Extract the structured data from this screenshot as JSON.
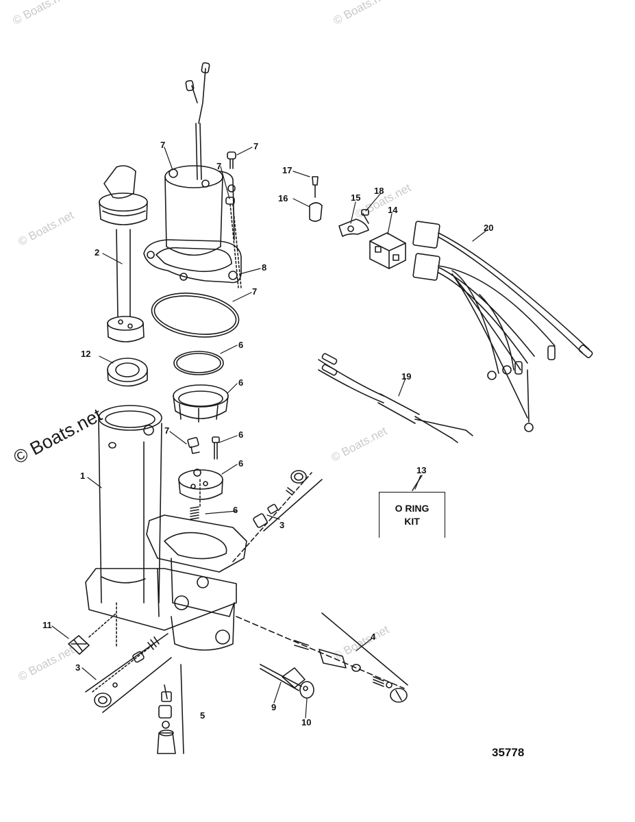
{
  "watermarks": {
    "small": "© Boats.net",
    "large": "© Boats.net"
  },
  "kit_box": {
    "line1": "O RING",
    "line2": "KIT"
  },
  "diagram_id": "35778",
  "callouts": [
    {
      "id": "c-7a",
      "text": "7"
    },
    {
      "id": "c-7b",
      "text": "7"
    },
    {
      "id": "c-7c",
      "text": "7"
    },
    {
      "id": "c-17",
      "text": "17"
    },
    {
      "id": "c-16",
      "text": "16"
    },
    {
      "id": "c-15",
      "text": "15"
    },
    {
      "id": "c-18",
      "text": "18"
    },
    {
      "id": "c-14",
      "text": "14"
    },
    {
      "id": "c-20",
      "text": "20"
    },
    {
      "id": "c-2",
      "text": "2"
    },
    {
      "id": "c-8",
      "text": "8"
    },
    {
      "id": "c-7d",
      "text": "7"
    },
    {
      "id": "c-6a",
      "text": "6"
    },
    {
      "id": "c-12",
      "text": "12"
    },
    {
      "id": "c-6b",
      "text": "6"
    },
    {
      "id": "c-19",
      "text": "19"
    },
    {
      "id": "c-7e",
      "text": "7"
    },
    {
      "id": "c-6c",
      "text": "6"
    },
    {
      "id": "c-6d",
      "text": "6"
    },
    {
      "id": "c-13",
      "text": "13"
    },
    {
      "id": "c-1",
      "text": "1"
    },
    {
      "id": "c-6e",
      "text": "6"
    },
    {
      "id": "c-3a",
      "text": "3"
    },
    {
      "id": "c-11",
      "text": "11"
    },
    {
      "id": "c-4",
      "text": "4"
    },
    {
      "id": "c-3b",
      "text": "3"
    },
    {
      "id": "c-9",
      "text": "9"
    },
    {
      "id": "c-10",
      "text": "10"
    },
    {
      "id": "c-5",
      "text": "5"
    }
  ]
}
